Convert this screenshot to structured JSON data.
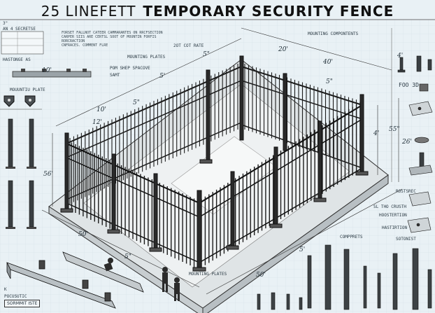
{
  "title": {
    "prefix": "25 LINEFETT",
    "main": "TEMPORARY SECURITY FENCE"
  },
  "labels": {
    "mounting_components": "MOUNTING COMPONTENTS",
    "mounting_plates_top": "MOUNTING PLATES",
    "mounting_plates_bottom": "MOUNTING PLATES",
    "mount_plate_left": "MOUUNTIU PLATE",
    "cot_rate": "2OT COT RATE",
    "post_spacing": "POM SHEP SPACOVE",
    "sammit": "SAMT",
    "sormmit_iste": "SORMMIT ISTE",
    "poneutic": "POCUSUTIC",
    "compprets": "COMPPRETS",
    "sl_tho": "SL THO CRUSTH",
    "hoostation": "HOOSTERTION",
    "hastirtion": "HASTIRTION",
    "rostrec": "ROSTSREC",
    "sotenet": "SOTONIST",
    "plate_code": "FOO 3D",
    "top_small": "3\"",
    "top_desc": "AN 4 SECRETSE",
    "k_label": "K",
    "table_label": "HASTONGE AS"
  },
  "notes": [
    "FORSET FALLNOT CATEER CAMMARANTES ON RRCFSECTION",
    "CARPER SIIS ARE CERTSL SOOT OF MOUNTIN FORFIS",
    "RORCRACTION",
    "CNFRACES. COMMENT FLRE"
  ],
  "dimensions": {
    "d_top_5": "5\"",
    "d_top_20": "20'",
    "d_top_40": "40'",
    "d_56": "5'",
    "d_5a": "5\"",
    "d_4": "4'",
    "d_55_right": "55\"",
    "d_4_right": "4'",
    "d_10_left": "10'",
    "d_12_left": "12'",
    "d_56_left": "56'",
    "d_5_mid": "5\"",
    "d_50_low": "50'",
    "d_5_low": "5\"",
    "d_50_bottom": "50'",
    "d_5_bottom": "5'",
    "d_26": "26'",
    "d_10_side": "10'"
  }
}
